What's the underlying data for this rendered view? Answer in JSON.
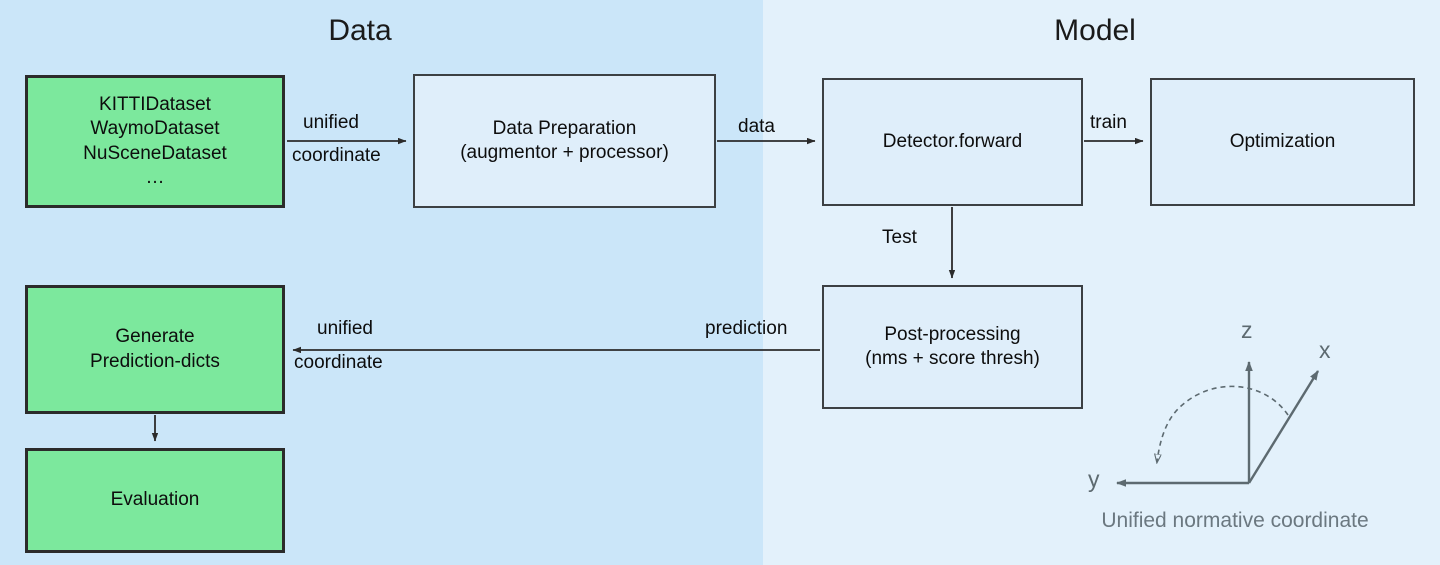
{
  "panels": {
    "data": {
      "title": "Data",
      "bg": "#cbe6f9"
    },
    "model": {
      "title": "Model",
      "bg": "#e3f1fb"
    }
  },
  "colors": {
    "green_node": "#7ce89d",
    "blue_node": "#dfeefa",
    "node_border": "#2b2b2b",
    "axis_gray": "#5d6a70"
  },
  "nodes": {
    "datasets": {
      "lines": [
        "KITTIDataset",
        "WaymoDataset",
        "NuSceneDataset",
        "…"
      ]
    },
    "data_preparation": {
      "lines": [
        "Data Preparation",
        "(augmentor + processor)"
      ]
    },
    "detector": {
      "lines": [
        "Detector.forward"
      ]
    },
    "optimization": {
      "lines": [
        "Optimization"
      ]
    },
    "post_processing": {
      "lines": [
        "Post-processing",
        "(nms + score thresh)"
      ]
    },
    "generate_prediction_dicts": {
      "lines": [
        "Generate",
        "Prediction-dicts"
      ]
    },
    "evaluation": {
      "lines": [
        "Evaluation"
      ]
    }
  },
  "edges": {
    "datasets_to_prep": {
      "line1": "unified",
      "line2": "coordinate"
    },
    "prep_to_detector": {
      "label": "data"
    },
    "detector_to_optimization": {
      "label": "train"
    },
    "detector_to_postproc": {
      "label": "Test"
    },
    "postproc_to_genpred": {
      "label": "prediction"
    },
    "postproc_to_genpred_2": {
      "line1": "unified",
      "line2": "coordinate"
    }
  },
  "coordinate_frame": {
    "axis_z": "z",
    "axis_x": "x",
    "axis_y": "y",
    "caption": "Unified normative coordinate"
  }
}
